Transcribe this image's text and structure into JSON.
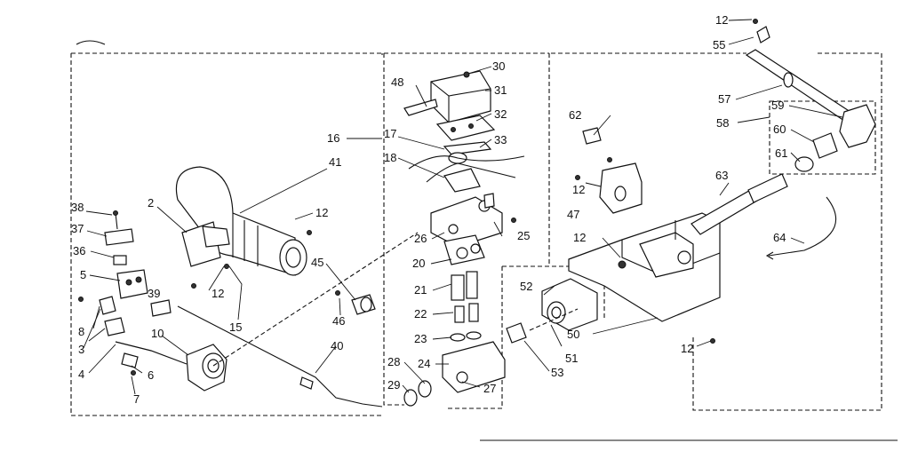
{
  "labels": {
    "p2": "2",
    "p3": "3",
    "p4": "4",
    "p5": "5",
    "p6": "6",
    "p7": "7",
    "p8": "8",
    "p10": "10",
    "p12a": "12",
    "p12b": "12",
    "p12c": "12",
    "p12d": "12",
    "p12e": "12",
    "p12f": "12",
    "p15": "15",
    "p16": "16",
    "p17": "17",
    "p18": "18",
    "p20": "20",
    "p21": "21",
    "p22": "22",
    "p23": "23",
    "p24": "24",
    "p25": "25",
    "p26": "26",
    "p27": "27",
    "p28": "28",
    "p29": "29",
    "p30": "30",
    "p31": "31",
    "p32": "32",
    "p33": "33",
    "p36": "36",
    "p37": "37",
    "p38": "38",
    "p39": "39",
    "p40": "40",
    "p41": "41",
    "p45": "45",
    "p46": "46",
    "p47": "47",
    "p48": "48",
    "p50": "50",
    "p51": "51",
    "p52": "52",
    "p53": "53",
    "p55": "55",
    "p57": "57",
    "p58": "58",
    "p59": "59",
    "p60": "60",
    "p61": "61",
    "p62": "62",
    "p63": "63",
    "p64": "64"
  }
}
